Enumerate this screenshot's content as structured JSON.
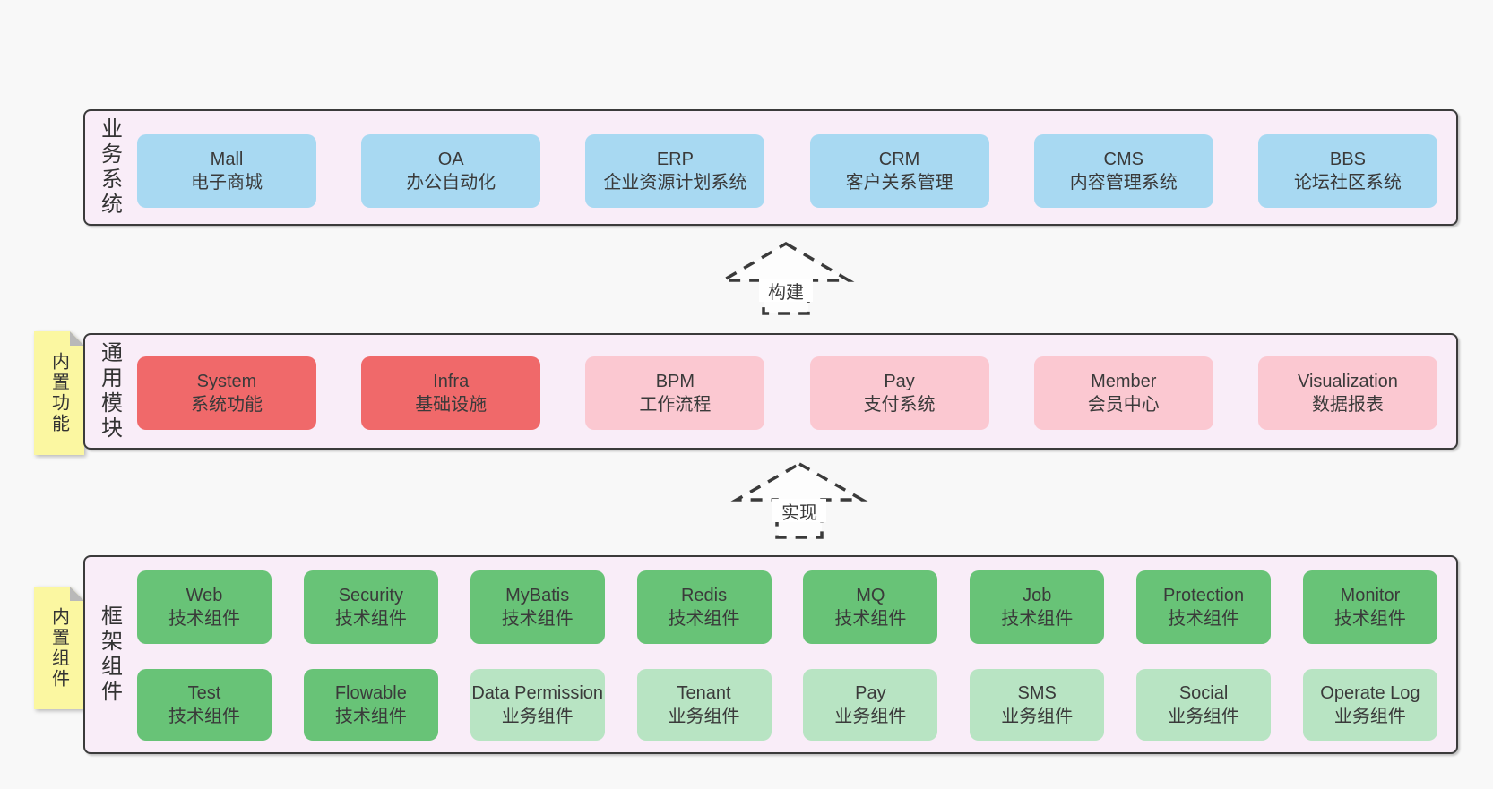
{
  "arrows": {
    "build_label": "构建",
    "implement_label": "实现"
  },
  "layers": {
    "business": {
      "label": "业务系统",
      "boxes": [
        {
          "title": "Mall",
          "subtitle": "电子商城"
        },
        {
          "title": "OA",
          "subtitle": "办公自动化"
        },
        {
          "title": "ERP",
          "subtitle": "企业资源计划系统"
        },
        {
          "title": "CRM",
          "subtitle": "客户关系管理"
        },
        {
          "title": "CMS",
          "subtitle": "内容管理系统"
        },
        {
          "title": "BBS",
          "subtitle": "论坛社区系统"
        }
      ]
    },
    "modules": {
      "label": "通用模块",
      "note": "内置功能",
      "boxes": [
        {
          "title": "System",
          "subtitle": "系统功能"
        },
        {
          "title": "Infra",
          "subtitle": "基础设施"
        },
        {
          "title": "BPM",
          "subtitle": "工作流程"
        },
        {
          "title": "Pay",
          "subtitle": "支付系统"
        },
        {
          "title": "Member",
          "subtitle": "会员中心"
        },
        {
          "title": "Visualization",
          "subtitle": "数据报表"
        }
      ]
    },
    "framework": {
      "label": "框架组件",
      "note": "内置组件",
      "row1": [
        {
          "title": "Web",
          "subtitle": "技术组件"
        },
        {
          "title": "Security",
          "subtitle": "技术组件"
        },
        {
          "title": "MyBatis",
          "subtitle": "技术组件"
        },
        {
          "title": "Redis",
          "subtitle": "技术组件"
        },
        {
          "title": "MQ",
          "subtitle": "技术组件"
        },
        {
          "title": "Job",
          "subtitle": "技术组件"
        },
        {
          "title": "Protection",
          "subtitle": "技术组件"
        },
        {
          "title": "Monitor",
          "subtitle": "技术组件"
        }
      ],
      "row2": [
        {
          "title": "Test",
          "subtitle": "技术组件"
        },
        {
          "title": "Flowable",
          "subtitle": "技术组件"
        },
        {
          "title": "Data Permission",
          "subtitle": "业务组件"
        },
        {
          "title": "Tenant",
          "subtitle": "业务组件"
        },
        {
          "title": "Pay",
          "subtitle": "业务组件"
        },
        {
          "title": "SMS",
          "subtitle": "业务组件"
        },
        {
          "title": "Social",
          "subtitle": "业务组件"
        },
        {
          "title": "Operate Log",
          "subtitle": "业务组件"
        }
      ]
    }
  },
  "colors": {
    "background": "#f8f8f8",
    "container_fill": "#f9edf8",
    "container_border": "#3b3b3b",
    "business_box": "#a8d9f2",
    "module_core_box": "#f0696a",
    "module_optional_box": "#fbc8d1",
    "tech_component_box": "#68c377",
    "biz_component_box": "#b8e4c3",
    "note_fill": "#fbf7a1",
    "note_fold": "#b9b9b9"
  }
}
